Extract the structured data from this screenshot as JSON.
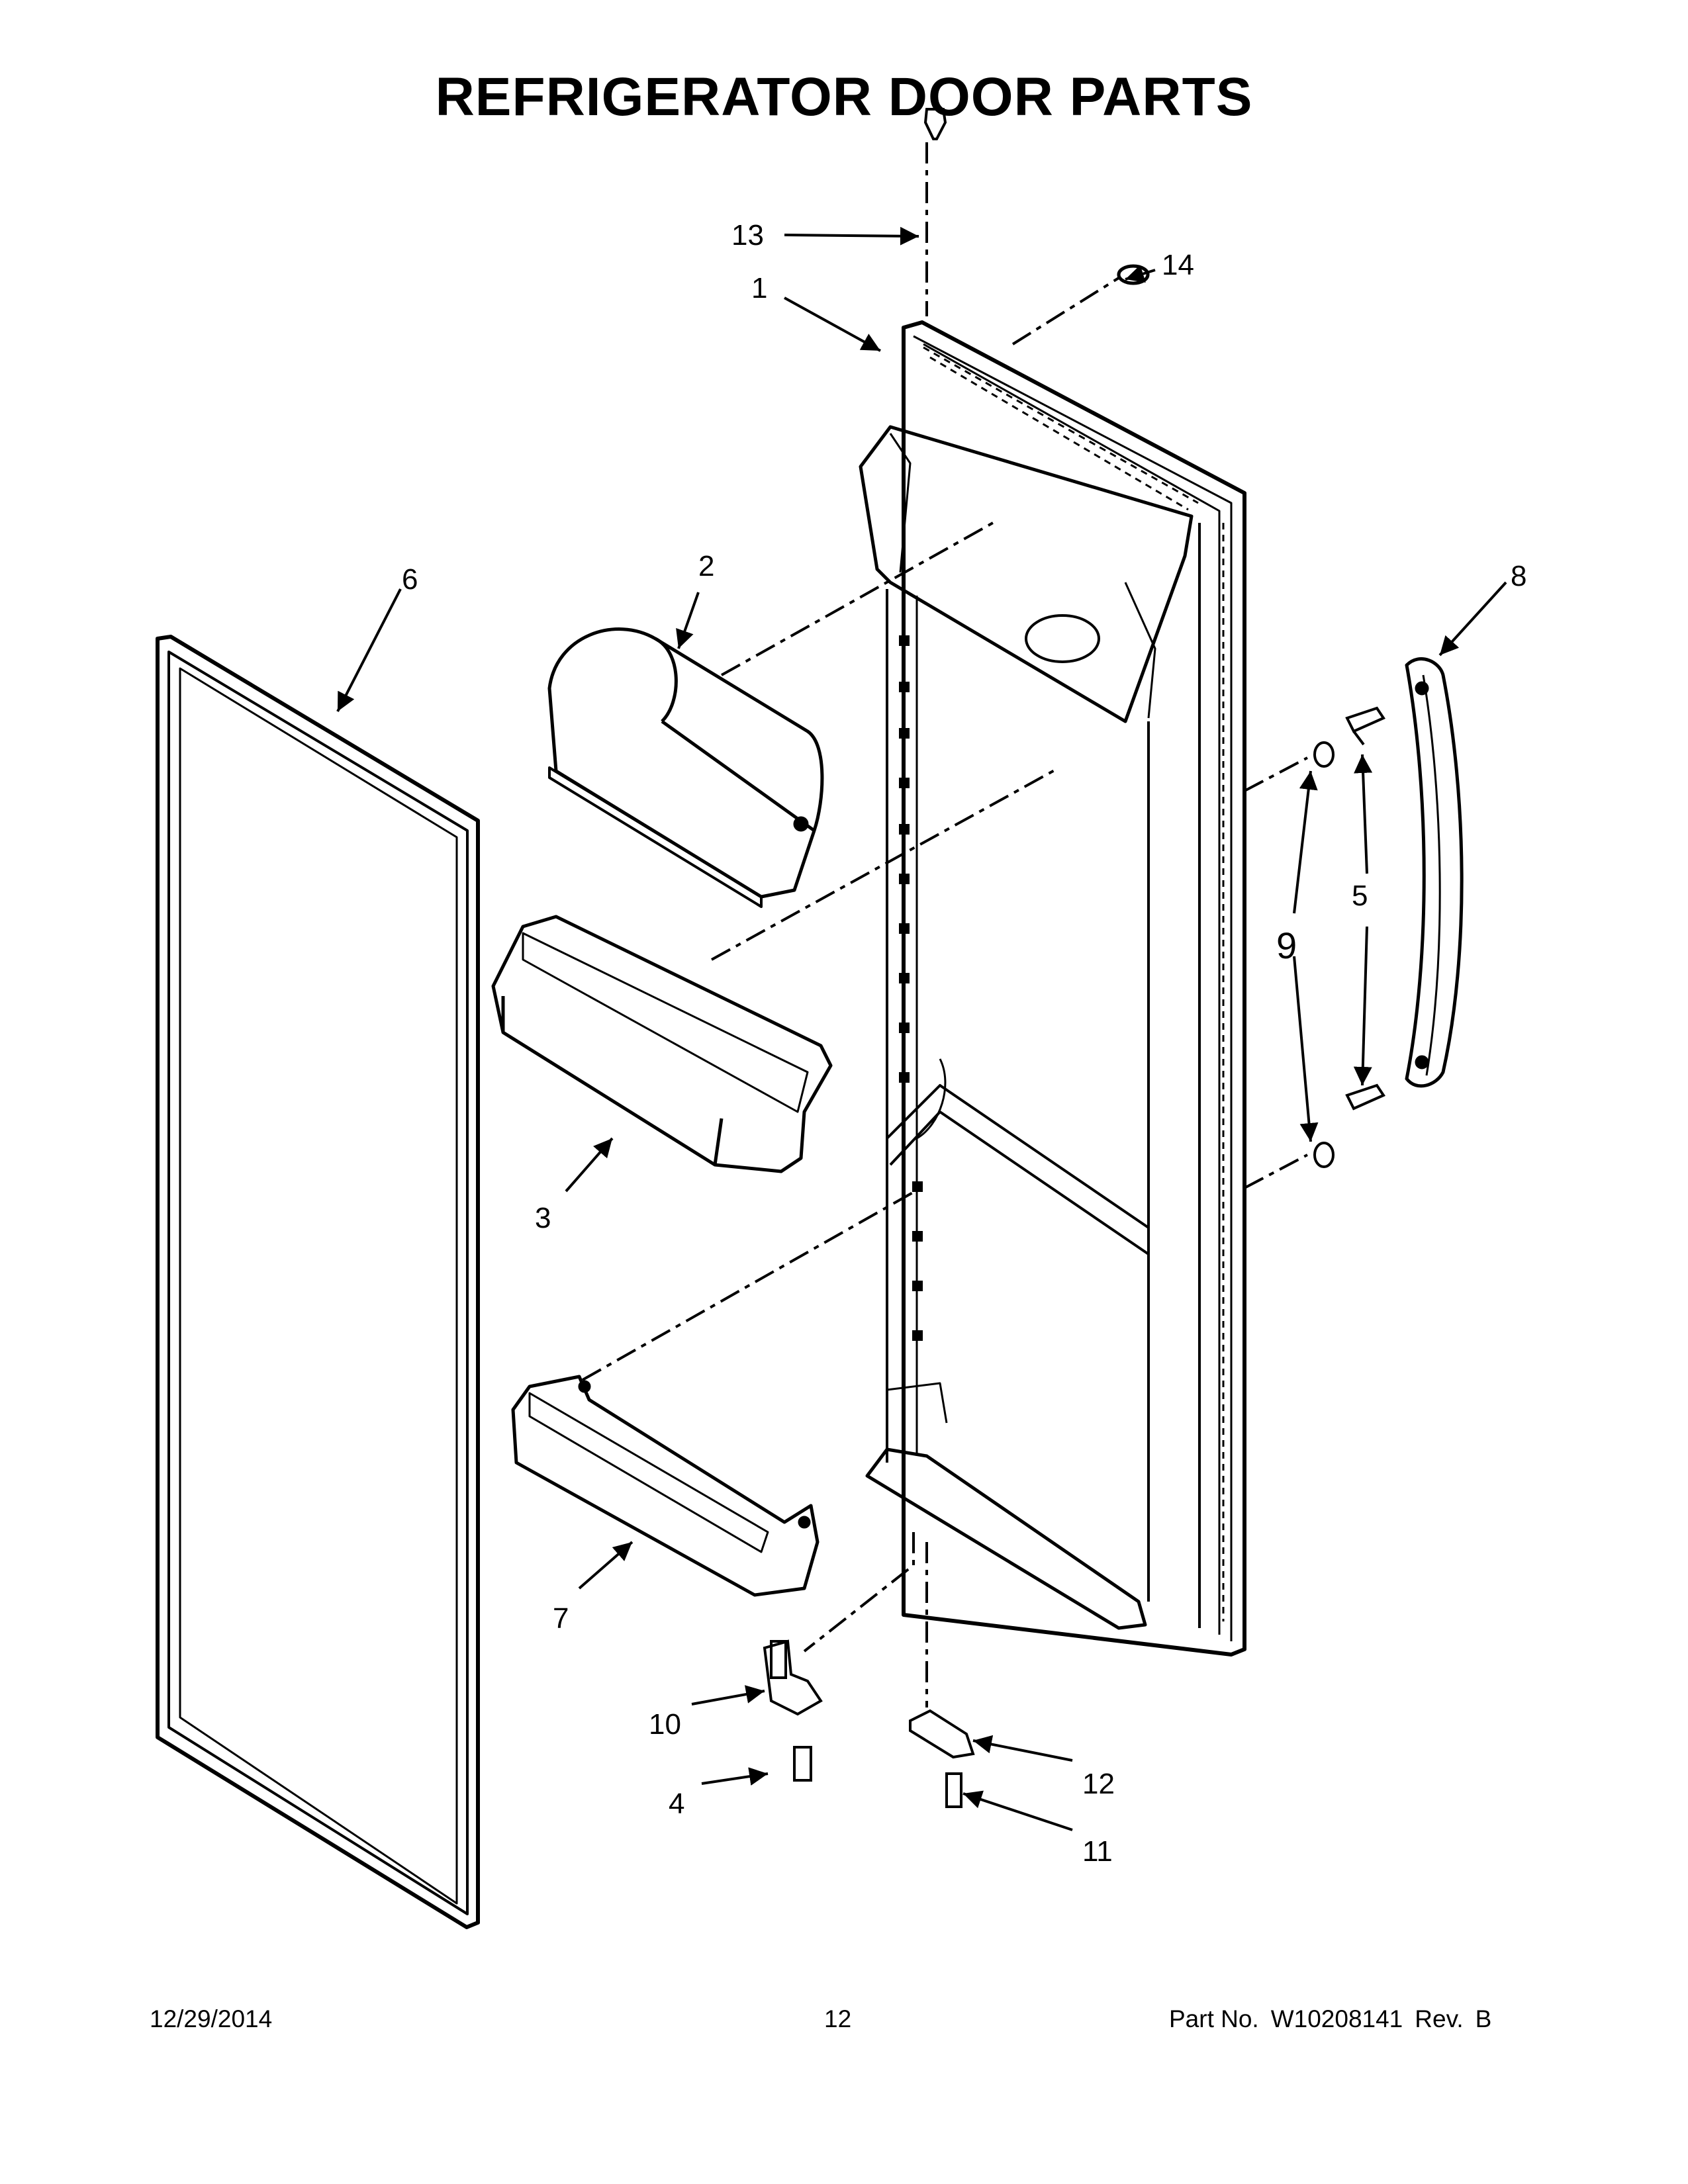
{
  "title": "REFRIGERATOR DOOR PARTS",
  "callouts": {
    "p1": "1",
    "p2": "2",
    "p3": "3",
    "p4": "4",
    "p5": "5",
    "p6": "6",
    "p7": "7",
    "p8": "8",
    "p9": "9",
    "p10": "10",
    "p11": "11",
    "p12": "12",
    "p13": "13",
    "p14": "14"
  },
  "footer": {
    "date": "12/29/2014",
    "page": "12",
    "part_label": "Part No.",
    "part_number": "W10208141",
    "rev_label": "Rev.",
    "rev": "B"
  }
}
